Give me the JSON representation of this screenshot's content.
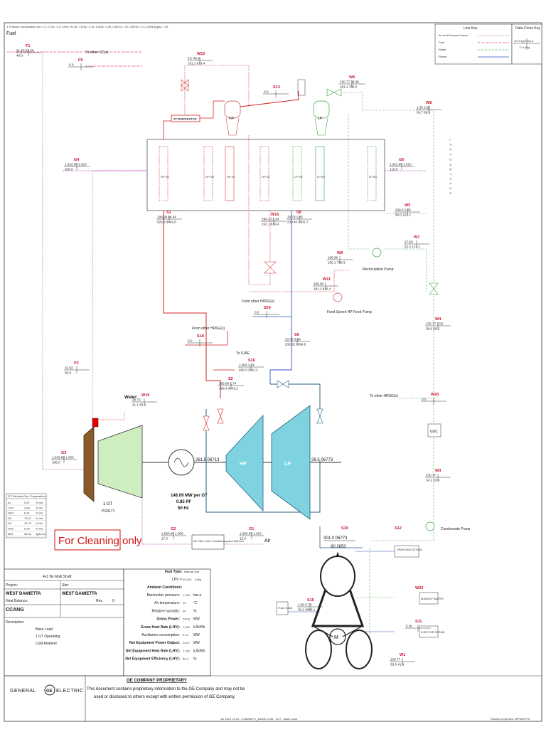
{
  "header": {
    "composition_note": "1 % Molar Composition N2= 1.2, CO2= 0.2, CH4= 91.56, C2H6= 4.13, C3H8= 1.26, C4H10= .29, C5H12= 0.3, C6H14(gas) = 00",
    "fuel_title": "Fuel"
  },
  "line_key": {
    "title": "Line Key",
    "items": [
      {
        "label": "Air and Exhaust Gases",
        "color": "#c060c0"
      },
      {
        "label": "Fuel",
        "color": "#e04060"
      },
      {
        "label": "Water",
        "color": "#3aa03a"
      },
      {
        "label": "Steam",
        "color": "#3050c0"
      }
    ]
  },
  "data_cross_key": {
    "title": "Data Cross Key",
    "line1": "10^3 kg/h   bar.a",
    "line2": "°C   kJ/kg"
  },
  "streams": [
    {
      "id": "F1",
      "top": "31.93   20.00",
      "bottom": "40.0"
    },
    {
      "id": "F5",
      "top": "0.0",
      "bottom": ""
    },
    {
      "id": "W12",
      "top": "0.0   46.5",
      "bottom": "191.2   819.4"
    },
    {
      "id": "S13",
      "top": "0.0",
      "bottom": ""
    },
    {
      "id": "W6",
      "top": "230.77   39.39",
      "bottom": "181.2   769.5"
    },
    {
      "id": "W8",
      "top": "1.55   2.82",
      "bottom": "39.7   69.2"
    },
    {
      "id": "G4",
      "top": "1,622.60   1.023",
      "bottom": "336.0"
    },
    {
      "id": "G5",
      "top": "1,622.60   1.010",
      "bottom": "110.0"
    },
    {
      "id": "W5",
      "top": "249.3   2.83",
      "bottom": "50.0   212.2"
    },
    {
      "id": "S1",
      "top": "196.99   94.44",
      "bottom": "526.3   3443.6"
    },
    {
      "id": "W15",
      "top": "196.3   21.24",
      "bottom": "192.1   819.4"
    },
    {
      "id": "S8",
      "top": "33.79   1.83",
      "bottom": "230.40   2902.7"
    },
    {
      "id": "W7",
      "top": "17.60",
      "bottom": "52.2   174.1"
    },
    {
      "id": "W9",
      "top": "196.99",
      "bottom": "180.1   799.3"
    },
    {
      "id": "W11",
      "top": "196.99",
      "bottom": "181.2   819.4"
    },
    {
      "id": "S20",
      "top": "0.0",
      "bottom": ""
    },
    {
      "id": "W4",
      "top": "230.77   7.52",
      "bottom": "39.6   69.2"
    },
    {
      "id": "S18",
      "top": "0.0",
      "bottom": ""
    },
    {
      "id": "S9",
      "top": "33.79   3.99",
      "bottom": "230.32   2894.8"
    },
    {
      "id": "S16",
      "top": "1,004   1.74",
      "bottom": "499.3   3442.2"
    },
    {
      "id": "P2",
      "top": "31.93",
      "bottom": "39.9"
    },
    {
      "id": "S2",
      "top": "195.99   1.74",
      "bottom": "499.3   3442.2"
    },
    {
      "id": "W19",
      "top": "28.73",
      "bottom": "21.1   80.2"
    },
    {
      "id": "W20",
      "top": "0.0",
      "bottom": ""
    },
    {
      "id": "G3",
      "top": "1,633.60   1.000",
      "bottom": "336.0"
    },
    {
      "id": "W3",
      "top": "230.77",
      "bottom": "34.2   33.6"
    },
    {
      "id": "G2",
      "top": "1,560.00   1.006",
      "bottom": "17.0"
    },
    {
      "id": "G1",
      "top": "1,560.00   1.013",
      "bottom": "15.0"
    },
    {
      "id": "S10",
      "top": "",
      "bottom": ""
    },
    {
      "id": "S12",
      "top": "",
      "bottom": ""
    },
    {
      "id": "W22",
      "top": "",
      "bottom": ""
    },
    {
      "id": "S15",
      "top": "1.00   0.74",
      "bottom": "39.2   2683.1"
    },
    {
      "id": "S11",
      "top": "5.00",
      "bottom": ""
    },
    {
      "id": "W1",
      "top": "230.77",
      "bottom": "33.3   41.9"
    }
  ],
  "equipment": {
    "attemperator": "ATTEMPERATOR",
    "hp_drum": "HP",
    "lp_drum": "LP",
    "hp_steam_turbine": "HP",
    "lp_steam_turbine": "LP",
    "hrsg_sections": [
      "HP SH",
      "HP SH",
      "HP EV",
      "HP EC",
      "LP SH",
      "LP EV",
      "LP EC"
    ],
    "gt_label": "1 GT",
    "gt_model": "PG9171",
    "gen_power": "148.09 MW per GT",
    "gen_pf": "0.85 PF",
    "gen_freq": "50 Hz",
    "st_left_value": "261.5   06713",
    "st_right_value": "39.5   06773",
    "gen2_value_top": "301.0   06773",
    "gen2_value_bottom": "80   2850",
    "recirc_pump": "Recirculation Pump",
    "feed_pump": "Feed Speed HP Feed Pump",
    "condensate_pump": "Condensate Pump",
    "gsc": "GSC",
    "sparging": "SPARGING STEAM",
    "makeup_water": "MAKEUP WATER",
    "ejector_steam": "EJECTOR STEAM",
    "from_sjae": "From SJAE",
    "to_sjae": "To SJAE",
    "from_other_hrsg": "From other HRSG(s)",
    "to_other_hrsg": "To other HRSG(s)",
    "to_other_gt": "To other GT(s)",
    "water_label": "Water:",
    "air_label": "Air",
    "filter_note": "Air Filter, Inlet Conditioning and Silencer",
    "lp_econ_bypass": "L P E C O N B Y P A S S"
  },
  "exhaust_table": {
    "title": "GT Exhaust Gas Composition",
    "rows": [
      {
        "name": "Ar",
        "value": "0.87",
        "unit": "% Vol"
      },
      {
        "name": "CO2",
        "value": "3.84",
        "unit": "% Vol"
      },
      {
        "name": "H2O",
        "value": "8.31",
        "unit": "% Vol"
      },
      {
        "name": "N2",
        "value": "73.57",
        "unit": "% Vol"
      },
      {
        "name": "O2",
        "value": "12.75",
        "unit": "% Vol"
      },
      {
        "name": "SO2",
        "value": "0.00",
        "unit": "% Vol"
      },
      {
        "name": "MW",
        "value": "28.32",
        "unit": "kg/kmol"
      }
    ]
  },
  "cleaning_note": "For Cleaning only",
  "project_block": {
    "plant_type": "4x1 9E Multi Shaft",
    "project_label": "Project:",
    "project_value": "WEST DAMIETTA",
    "site_label": "Site:",
    "site_value": "WEST DAMIETTA",
    "heat_balance_label": "Heat Balance:",
    "heat_balance_value": "CCANG",
    "rev_label": "Rev.",
    "rev_value": "0",
    "description_label": "Description:",
    "description_lines": [
      "Base Load",
      "1 GT Operating",
      "Cold Ambient"
    ]
  },
  "performance_block": {
    "fuel_type_label": "Fuel Type:",
    "fuel_type_value": "Natural Gas",
    "lhv_label": "LHV =",
    "lhv_value": "49,108",
    "lhv_unit": "kJ/kg",
    "ambient_label": "Ambient Conditions:",
    "rows": [
      {
        "label": "Barometric pressure:",
        "value": "1.013",
        "unit": "bar.a",
        "bold": false
      },
      {
        "label": "Air temperature:",
        "value": "15",
        "unit": "°C",
        "bold": false
      },
      {
        "label": "Relative humidity:",
        "value": "60",
        "unit": "%",
        "bold": false
      },
      {
        "label": "Gross Power:",
        "value": "249.8",
        "unit": "MW",
        "bold": true
      },
      {
        "label": "Gross Heat Rate (LHV):",
        "value": "7,016",
        "unit": "kJ/kWh",
        "bold": true
      },
      {
        "label": "Auxiliaries consumption:",
        "value": "5.13",
        "unit": "MW",
        "bold": false
      },
      {
        "label": "Net Equipment Power Output:",
        "value": "244.7",
        "unit": "MW",
        "bold": true
      },
      {
        "label": "Net Equipment Heat Rate (LHV):",
        "value": "7,162",
        "unit": "kJ/kWh",
        "bold": true
      },
      {
        "label": "Net Equipment Efficiency (LHV):",
        "value": "50.3",
        "unit": "%",
        "bold": true
      }
    ]
  },
  "footer": {
    "logo_left": "GENERAL",
    "logo_mark": "GE",
    "logo_right": "ELECTRIC",
    "proprietary_title": "GE COMPANY PROPRIETARY",
    "proprietary_text_1": "This document contains proprietary information to the GE Company and may not be",
    "proprietary_text_2": "used or disclosed to others except with written permission of GE Company.",
    "file_note": "Jul 2019 13:10 - ROAN6E E_WDDD Cold - 1GT - Base Load",
    "stream_props": "Stream properties: IAPWS-IF97"
  }
}
